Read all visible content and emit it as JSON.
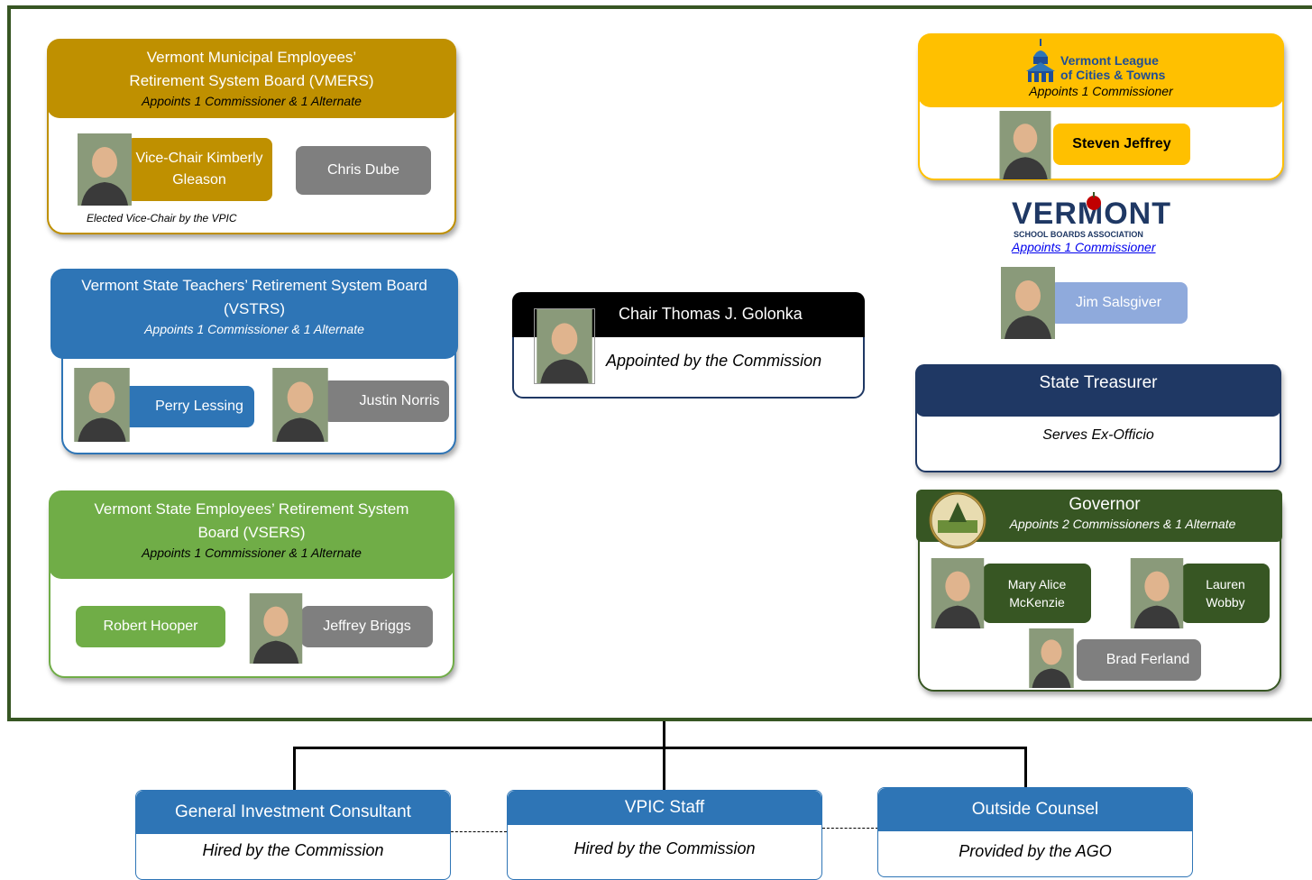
{
  "colors": {
    "vmers": "#bf9000",
    "vstrs": "#2e75b6",
    "vsers": "#70ad47",
    "gray": "#7f7f7f",
    "league": "#ffc000",
    "treasurer": "#1f3864",
    "governor": "#375623",
    "frame": "#375623"
  },
  "vmers": {
    "title": "Vermont Municipal Employees’ Retirement System Board (VMERS)",
    "sub": "Appoints 1 Commissioner & 1 Alternate",
    "member1": "Vice-Chair Kimberly Gleason",
    "member2": "Chris Dube",
    "note": "Elected Vice-Chair by the VPIC"
  },
  "vstrs": {
    "title": "Vermont State Teachers’ Retirement System Board (VSTRS)",
    "sub": "Appoints 1 Commissioner & 1 Alternate",
    "member1": "Perry Lessing",
    "member2": "Justin Norris"
  },
  "vsers": {
    "title": "Vermont State Employees’ Retirement System Board (VSERS)",
    "sub": "Appoints 1 Commissioner & 1 Alternate",
    "member1": "Robert Hooper",
    "member2": "Jeffrey Briggs"
  },
  "chair": {
    "title": "Chair Thomas J. Golonka",
    "sub": "Appointed by the Commission"
  },
  "league": {
    "logo_line1": "Vermont League",
    "logo_line2": "of Cities & Towns",
    "sub": "Appoints 1 Commissioner",
    "member": "Steven Jeffrey"
  },
  "vsba": {
    "logo_word": "VERMONT",
    "logo_sub": "SCHOOL BOARDS ASSOCIATION",
    "sub": "Appoints 1 Commissioner",
    "member": "Jim Salsgiver"
  },
  "treasurer": {
    "title": "State Treasurer",
    "sub": "Serves Ex-Officio"
  },
  "governor": {
    "title": "Governor",
    "sub": "Appoints 2 Commissioners & 1 Alternate",
    "member1": "Mary Alice McKenzie",
    "member2": "Lauren Wobby",
    "member3": "Brad Ferland"
  },
  "bottom": [
    {
      "title": "General Investment Consultant",
      "sub": "Hired by the Commission"
    },
    {
      "title": "VPIC Staff",
      "sub": "Hired by the Commission"
    },
    {
      "title": "Outside Counsel",
      "sub": "Provided by the AGO"
    }
  ]
}
